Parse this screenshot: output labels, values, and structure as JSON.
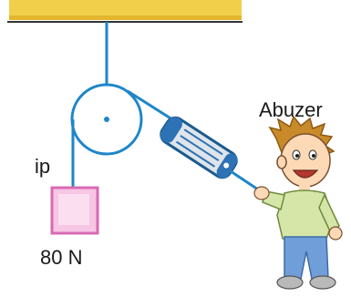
{
  "labels": {
    "person_name": "Abuzer",
    "rope": "ip",
    "weight": "80 N"
  },
  "colors": {
    "ceiling": "#f2cf4a",
    "rope": "#1e86c9",
    "pulley": "#1e86c9",
    "block": "#f7c6e4",
    "block_border": "#d86bb4",
    "dynamometer": "#1e86c9",
    "shirt": "#d5e6a8",
    "pants": "#6f9ed8",
    "hair": "#c98a2a",
    "skin": "#fdd9b5"
  },
  "icons": {
    "ceiling": "ceiling-bar",
    "pulley": "pulley-wheel",
    "dynamometer": "spring-scale",
    "weight": "block",
    "person": "boy-figure"
  }
}
